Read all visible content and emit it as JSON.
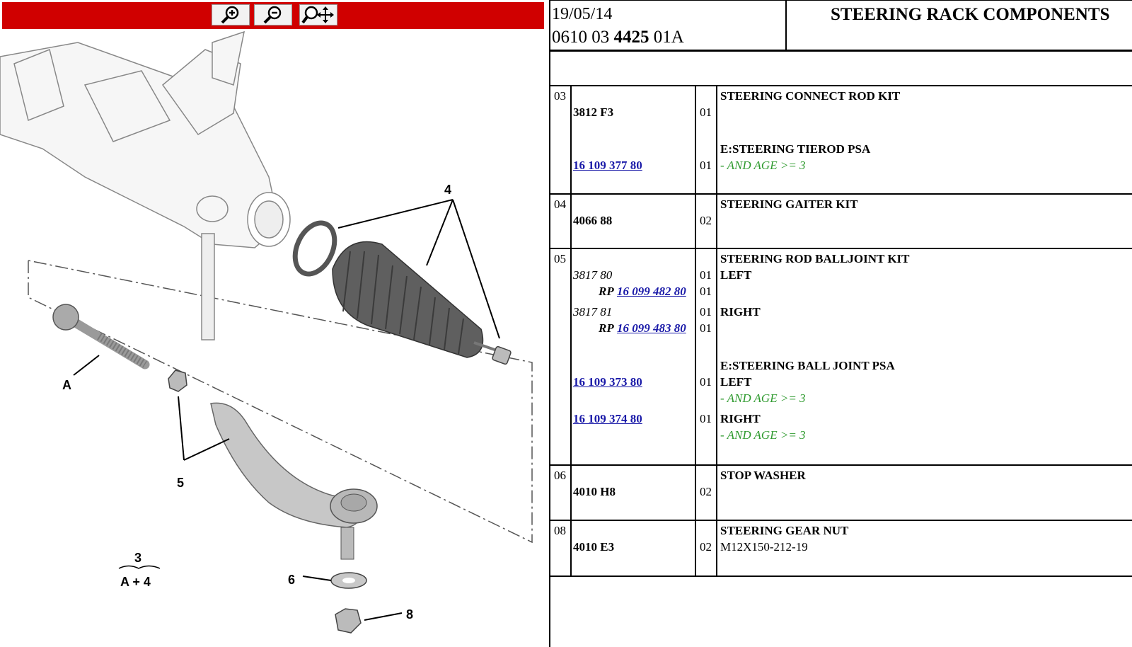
{
  "toolbar": {
    "buttons": [
      {
        "icon": "zoom-in-icon"
      },
      {
        "icon": "zoom-out-icon"
      },
      {
        "icon": "zoom-pan-icon"
      }
    ]
  },
  "diagram": {
    "callouts": {
      "four": "4",
      "a": "A",
      "five": "5",
      "three": "3",
      "a_plus_four": "A + 4",
      "six": "6",
      "eight": "8"
    }
  },
  "header": {
    "date": "19/05/14",
    "ref_prefix": "0610 03 ",
    "ref_bold": "4425",
    "ref_suffix": " 01A",
    "title": "STEERING RACK COMPONENTS"
  },
  "rows": [
    {
      "num": "03",
      "ref": "3812 F3",
      "qty": "01",
      "desc": "STEERING CONNECT ROD KIT",
      "sub_desc": "E:STEERING TIEROD PSA",
      "link": "16 109 377 80",
      "link_qty": "01",
      "cond": "- AND AGE >= 3"
    },
    {
      "num": "04",
      "ref": "4066 88",
      "qty": "02",
      "desc": "STEERING GAITER KIT"
    },
    {
      "num": "05",
      "desc": "STEERING ROD BALLJOINT KIT",
      "left_ref": "3817 80",
      "left_qty": "01",
      "left_label": "LEFT",
      "rp": "RP",
      "rp_left_link": "16 099 482 80",
      "rp_left_qty": "01",
      "right_ref": "3817 81",
      "right_qty": "01",
      "right_label": "RIGHT",
      "rp_right_link": "16 099 483 80",
      "rp_right_qty": "01",
      "sub_desc": "E:STEERING BALL JOINT PSA",
      "link_left": "16 109 373 80",
      "link_left_qty": "01",
      "link_left_label": "LEFT",
      "cond_left": "- AND AGE >= 3",
      "link_right": "16 109 374 80",
      "link_right_qty": "01",
      "link_right_label": "RIGHT",
      "cond_right": "- AND AGE >= 3"
    },
    {
      "num": "06",
      "ref": "4010 H8",
      "qty": "02",
      "desc": "STOP WASHER"
    },
    {
      "num": "08",
      "ref": "4010 E3",
      "qty": "02",
      "desc": "STEERING GEAR NUT",
      "spec": "M12X150-212-19"
    }
  ]
}
